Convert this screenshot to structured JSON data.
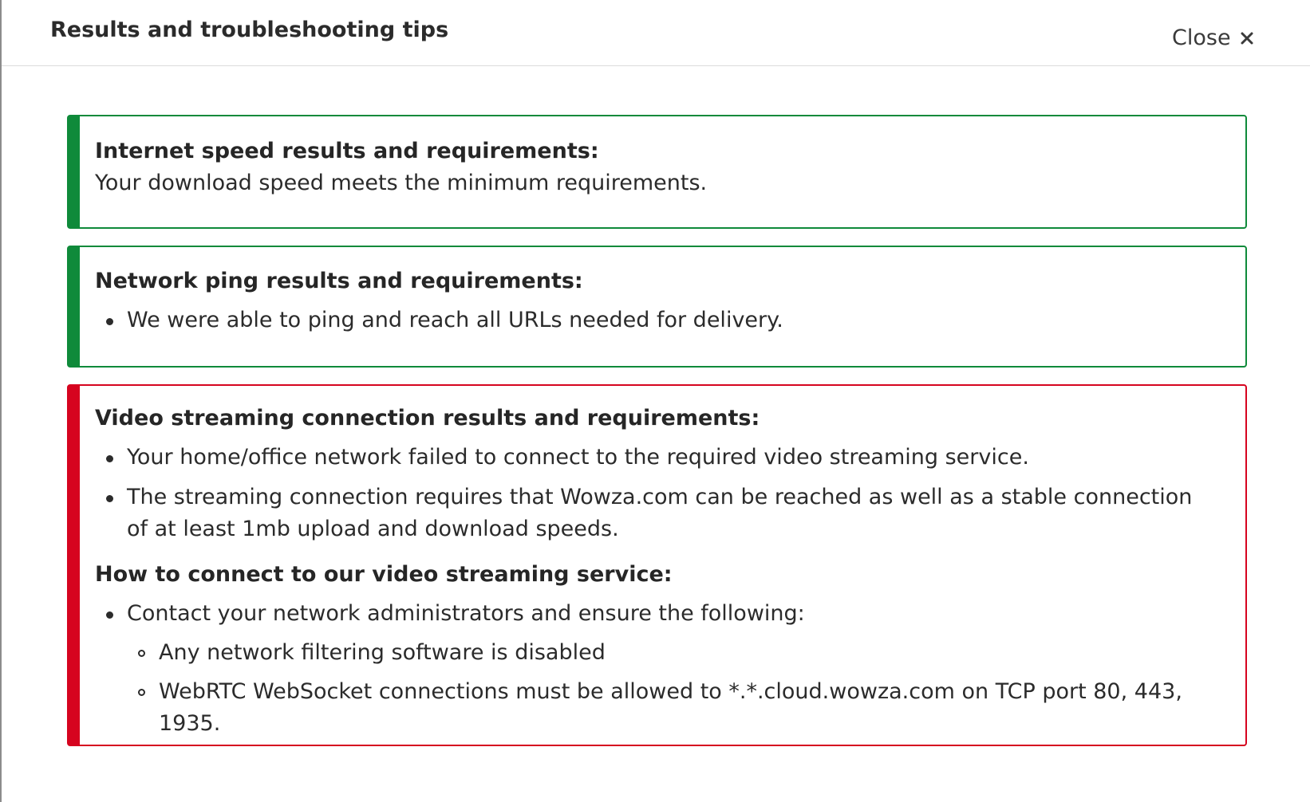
{
  "header": {
    "title": "Results and troubleshooting tips",
    "close_label": "Close"
  },
  "colors": {
    "success": "#0f8a3a",
    "failure": "#d6041f"
  },
  "panels": [
    {
      "status": "success",
      "heading": "Internet speed results and requirements:",
      "text": "Your download speed meets the minimum requirements."
    },
    {
      "status": "success",
      "heading": "Network ping results and requirements:",
      "bullets": [
        "We were able to ping and reach all URLs needed for delivery."
      ]
    },
    {
      "status": "failure",
      "heading": "Video streaming connection results and requirements:",
      "bullets": [
        "Your home/office network failed to connect to the required video streaming service.",
        "The streaming connection requires that Wowza.com can be reached as well as a stable connection of at least 1mb upload and download speeds."
      ],
      "subheading": "How to connect to our video streaming service:",
      "tips": [
        "Contact your network administrators and ensure the following:"
      ],
      "sub_tips": [
        "Any network filtering software is disabled",
        "WebRTC WebSocket connections must be allowed to *.*.cloud.wowza.com on TCP port 80, 443, 1935."
      ]
    }
  ],
  "icons": {
    "close": "close-icon"
  }
}
